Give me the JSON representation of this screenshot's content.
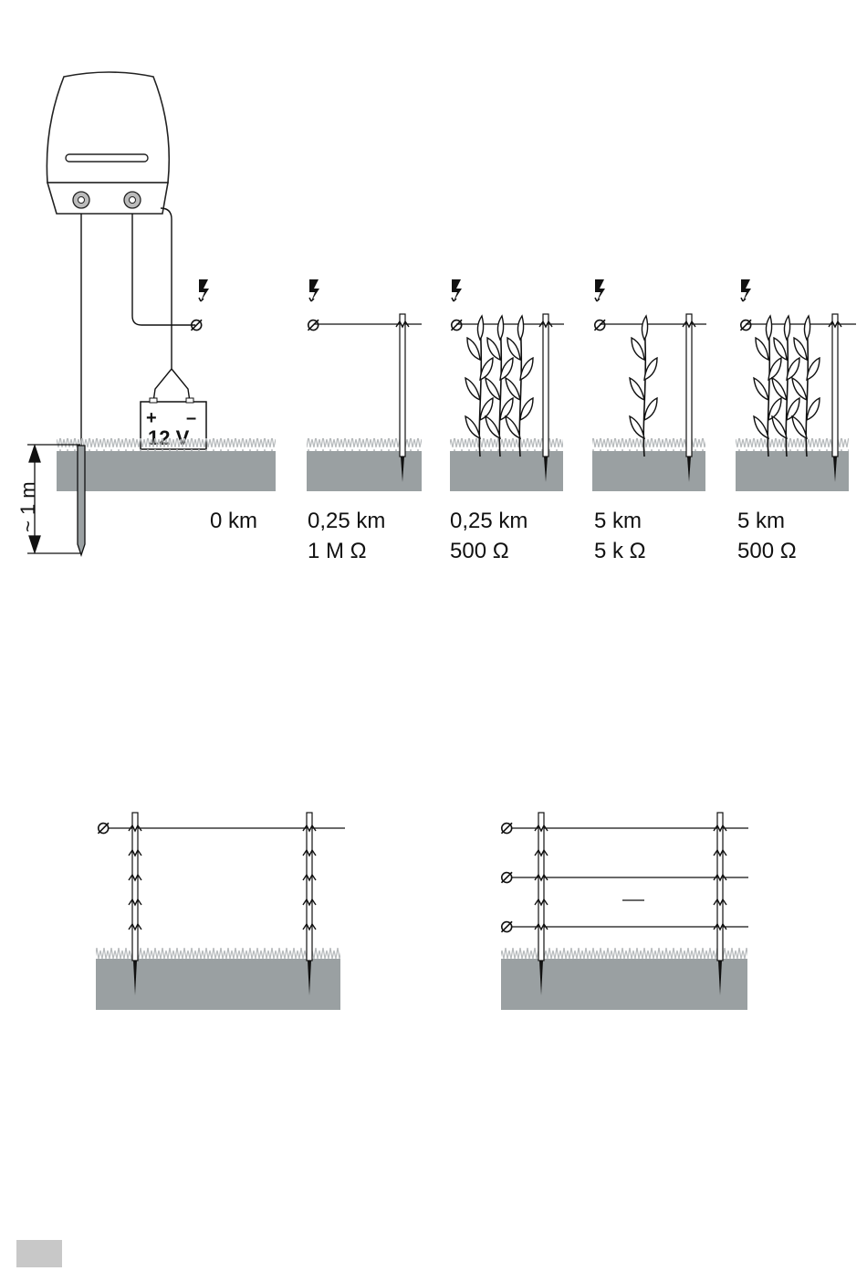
{
  "colors": {
    "ground": "#9aa0a2",
    "grass": "#b5b9bb",
    "ink": "#111111",
    "page_tab": "#c8c8c8"
  },
  "energizer": {
    "battery_plus": "+",
    "battery_minus": "–",
    "battery_voltage": "12 V",
    "terminal_symbol": "⌀",
    "depth_label": "~ 1 m"
  },
  "scenarios": [
    {
      "distance": "0 km",
      "resistance": ""
    },
    {
      "distance": "0,25 km",
      "resistance": "1 M Ω"
    },
    {
      "distance": "0,25 km",
      "resistance": "500 Ω"
    },
    {
      "distance": "5 km",
      "resistance": "5 k Ω"
    },
    {
      "distance": "5 km",
      "resistance": "500 Ω"
    }
  ],
  "icons": [
    "lightning-bolt-icon",
    "insulator-icon",
    "plant-icon",
    "energizer-icon",
    "battery-icon"
  ]
}
